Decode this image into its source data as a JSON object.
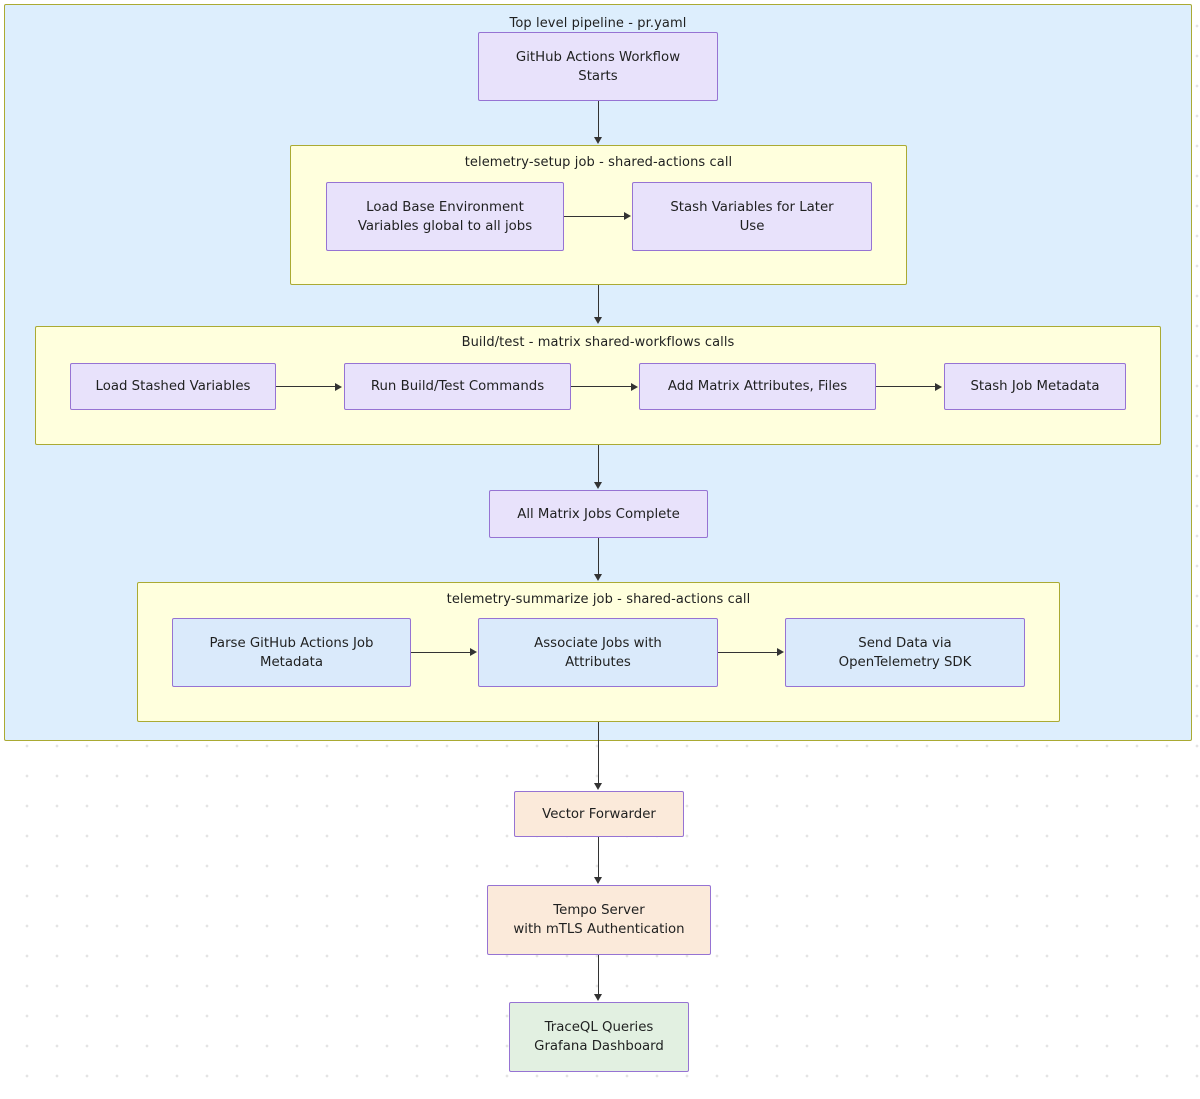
{
  "diagram": {
    "type": "flowchart",
    "direction": "top-down",
    "title_visible": false,
    "background": "#ffffff",
    "colors": {
      "subgraph_outer_fill": "#ddeefd",
      "subgraph_inner_fill": "#ffffdd",
      "subgraph_border": "#aaaa33",
      "node_border": "#9673d3",
      "node_lavender": "#e8e2fb",
      "node_blue": "#daeafb",
      "node_peach": "#fbeada",
      "node_green": "#e2f0e1",
      "edge": "#333333",
      "text": "#1f2020",
      "grid_dot": "#e4e4e4"
    }
  },
  "subgraphs": {
    "top_level": {
      "title": "Top level pipeline - pr.yaml"
    },
    "telemetry_setup": {
      "title": "telemetry-setup job - shared-actions call"
    },
    "build_test": {
      "title": "Build/test - matrix shared-workflows calls"
    },
    "telemetry_summarize": {
      "title": "telemetry-summarize job - shared-actions call"
    }
  },
  "nodes": {
    "workflow_start": {
      "line1": "GitHub Actions Workflow",
      "line2": "Starts"
    },
    "load_base_env": {
      "line1": "Load Base Environment",
      "line2": "Variables global to all jobs"
    },
    "stash_vars": {
      "line1": "Stash Variables for Later",
      "line2": "Use"
    },
    "load_stashed": {
      "line1": "Load Stashed Variables"
    },
    "run_build_test": {
      "line1": "Run Build/Test Commands"
    },
    "add_matrix_attrs": {
      "line1": "Add Matrix Attributes, Files"
    },
    "stash_job_meta": {
      "line1": "Stash Job Metadata"
    },
    "all_matrix_complete": {
      "line1": "All Matrix Jobs Complete"
    },
    "parse_job_meta": {
      "line1": "Parse GitHub Actions Job",
      "line2": "Metadata"
    },
    "associate_jobs": {
      "line1": "Associate Jobs with",
      "line2": "Attributes"
    },
    "send_data": {
      "line1": "Send Data via",
      "line2": "OpenTelemetry SDK"
    },
    "vector_forwarder": {
      "line1": "Vector Forwarder"
    },
    "tempo_server": {
      "line1": "Tempo Server",
      "line2": "with mTLS Authentication"
    },
    "traceql": {
      "line1": "TraceQL Queries",
      "line2": "Grafana Dashboard"
    }
  },
  "edges": [
    {
      "from": "workflow_start",
      "to": "telemetry_setup",
      "style": "arrow-down"
    },
    {
      "from": "load_base_env",
      "to": "stash_vars",
      "style": "arrow-right"
    },
    {
      "from": "telemetry_setup",
      "to": "build_test",
      "style": "arrow-down"
    },
    {
      "from": "load_stashed",
      "to": "run_build_test",
      "style": "arrow-right"
    },
    {
      "from": "run_build_test",
      "to": "add_matrix_attrs",
      "style": "arrow-right"
    },
    {
      "from": "add_matrix_attrs",
      "to": "stash_job_meta",
      "style": "arrow-right"
    },
    {
      "from": "build_test",
      "to": "all_matrix_complete",
      "style": "arrow-down"
    },
    {
      "from": "all_matrix_complete",
      "to": "telemetry_summarize",
      "style": "arrow-down"
    },
    {
      "from": "parse_job_meta",
      "to": "associate_jobs",
      "style": "arrow-right"
    },
    {
      "from": "associate_jobs",
      "to": "send_data",
      "style": "arrow-right"
    },
    {
      "from": "telemetry_summarize",
      "to": "vector_forwarder",
      "style": "arrow-down"
    },
    {
      "from": "vector_forwarder",
      "to": "tempo_server",
      "style": "arrow-down"
    },
    {
      "from": "tempo_server",
      "to": "traceql",
      "style": "arrow-down"
    }
  ]
}
